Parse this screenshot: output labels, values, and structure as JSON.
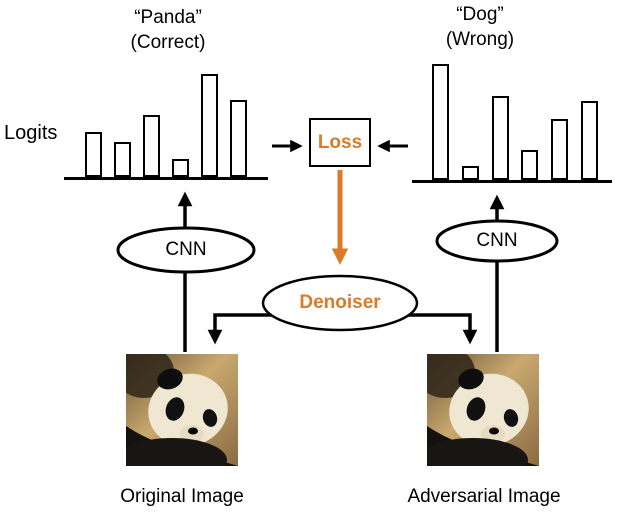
{
  "diagram": {
    "left_prediction": {
      "title": "“Panda”",
      "status": "(Correct)"
    },
    "right_prediction": {
      "title": "“Dog”",
      "status": "(Wrong)"
    },
    "logits_label": "Logits",
    "loss_label": "Loss",
    "denoiser_label": "Denoiser",
    "cnn_left_label": "CNN",
    "cnn_right_label": "CNN",
    "original_image_label": "Original Image",
    "adversarial_image_label": "Adversarial Image"
  },
  "colors": {
    "accent": "#D97B29",
    "ink": "#000000"
  },
  "chart_data": [
    {
      "type": "bar",
      "title": "“Panda” (Correct) logits",
      "values": [
        0.42,
        0.33,
        0.58,
        0.17,
        0.96,
        0.72
      ],
      "ylim": [
        0,
        1
      ],
      "xlabel": "",
      "ylabel": "Logits",
      "grid": false,
      "legend": "none"
    },
    {
      "type": "bar",
      "title": "“Dog” (Wrong) logits",
      "values": [
        0.97,
        0.12,
        0.7,
        0.25,
        0.51,
        0.66
      ],
      "ylim": [
        0,
        1
      ],
      "xlabel": "",
      "ylabel": "Logits",
      "grid": false,
      "legend": "none"
    }
  ]
}
